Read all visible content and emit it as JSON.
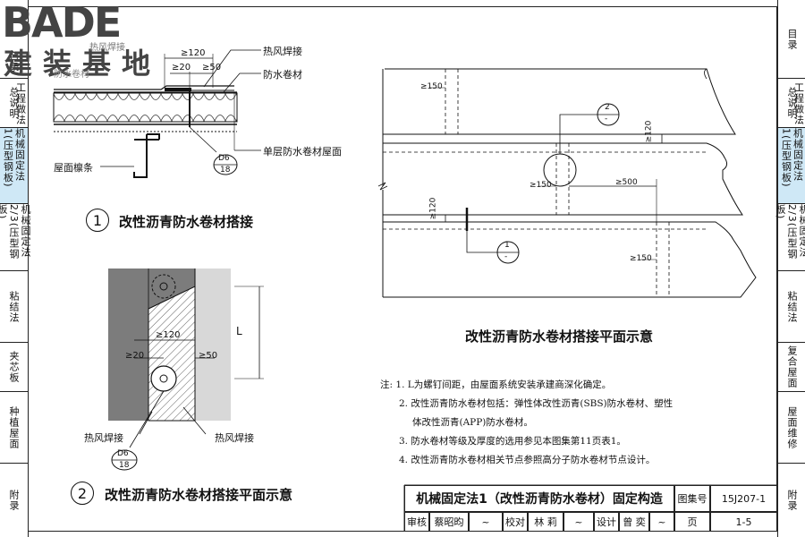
{
  "logo": {
    "top": "BADE",
    "bottom": "建装基地",
    "watermark": "热风焊接",
    "watermark2": "防水卷材"
  },
  "left_sidebar": [
    {
      "label": "目录"
    },
    {
      "label": "总说明"
    },
    {
      "label": "工程做法"
    },
    {
      "label": "机械固定法1(压型钢板)"
    },
    {
      "label": "机械固定法2/3(压型钢板)"
    },
    {
      "label": "粘结法"
    },
    {
      "label": "夹芯板"
    },
    {
      "label": "种植屋面"
    },
    {
      "label": "附录"
    }
  ],
  "right_sidebar": [
    {
      "label": "目录"
    },
    {
      "label": "总说明"
    },
    {
      "label": "工程做法"
    },
    {
      "label": "机械固定法1(压型钢板)"
    },
    {
      "label": "机械固定法2/3(压型钢板)"
    },
    {
      "label": "粘结法"
    },
    {
      "label": "复合屋面"
    },
    {
      "label": "屋面维修"
    },
    {
      "label": "附录"
    }
  ],
  "detail1": {
    "labels": {
      "hot_air_weld": "热风焊接",
      "membrane": "防水卷材",
      "single_layer_roof": "单层防水卷材屋面",
      "purlin": "屋面檩条",
      "dim_120": "≥120",
      "dim_20": "≥20",
      "dim_50": "≥50",
      "screw_ref_top": "D6",
      "screw_ref_bot": "18"
    },
    "number": "1",
    "title": "改性沥青防水卷材搭接"
  },
  "detail2": {
    "labels": {
      "dim_120": "≥120",
      "dim_20": "≥20",
      "dim_50": "≥50",
      "dim_L": "L",
      "hot_air_weld_left": "热风焊接",
      "hot_air_weld_right": "热风焊接",
      "screw_ref_top": "D6",
      "screw_ref_bot": "18"
    },
    "number": "2",
    "title": "改性沥青防水卷材搭接平面示意"
  },
  "plan": {
    "labels": {
      "d150_a": "≥150",
      "d120_a": "≥120",
      "d150_b": "≥150",
      "d500": "≥500",
      "d120_b": "≥120",
      "d150_c": "≥150",
      "callout2_top": "2",
      "callout2_bot": "-",
      "callout1_top": "1",
      "callout1_bot": "-"
    },
    "title": "改性沥青防水卷材搭接平面示意"
  },
  "notes": {
    "head": "注:",
    "items": [
      "1. L为螺钉间距，由屋面系统安装承建商深化确定。",
      "2. 改性沥青防水卷材包括：弹性体改性沥青(SBS)防水卷材、塑性",
      "体改性沥青(APP)防水卷材。",
      "3. 防水卷材等级及厚度的选用参见本图集第11页表1。",
      "4. 改性沥青防水卷材相关节点参照高分子防水卷材节点设计。"
    ]
  },
  "title_block": {
    "drawing_title": "机械固定法1（改性沥青防水卷材）固定构造",
    "atlas_label": "图集号",
    "atlas_no": "15J207-1",
    "review_label": "审核",
    "review_name": "蔡昭昀",
    "check_label": "校对",
    "check_name": "林 莉",
    "design_label": "设计",
    "design_name": "曾 奕",
    "page_label": "页",
    "page_no": "1-5"
  }
}
